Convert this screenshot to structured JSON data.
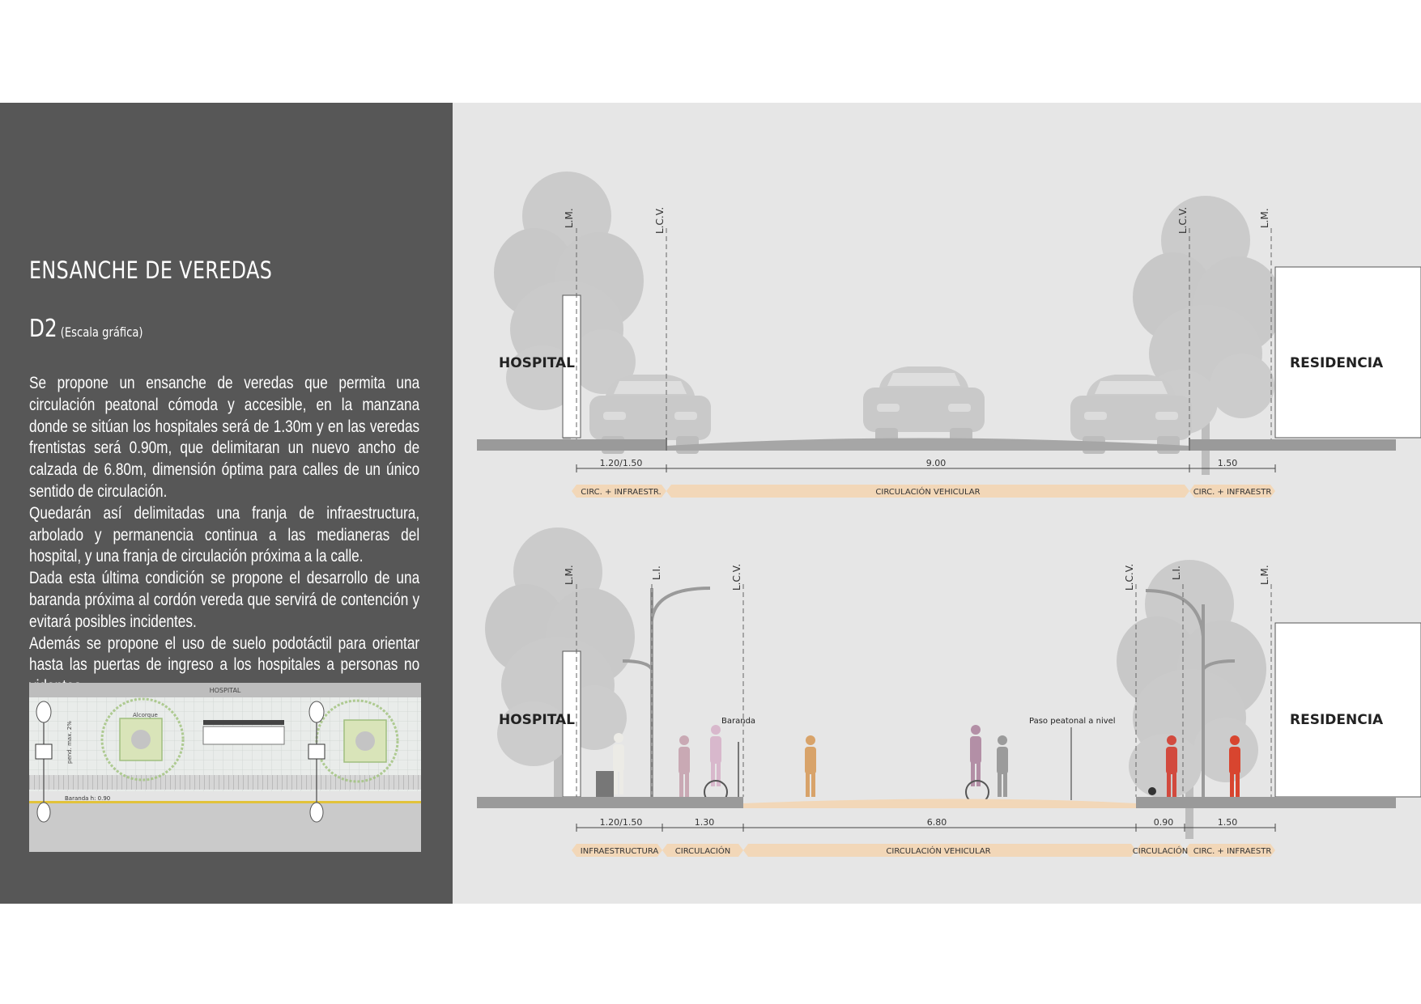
{
  "panel": {
    "title": "ENSANCHE DE VEREDAS",
    "code": "D2",
    "scale_note": "(Escala gráfica)",
    "paragraphs": [
      "Se propone un ensanche de veredas que permita una circulación peatonal cómoda y accesible, en la manzana donde se sitúan los hospitales será de 1.30m y en las veredas frentistas será 0.90m, que delimitaran un nuevo ancho de calzada de 6.80m, dimensión óptima para calles de un único sentido de circulación.",
      "Quedarán así delimitadas una franja de infraestructura, arbolado y permanencia continua a las medianeras del hospital, y una franja de circulación próxima a la calle.",
      "Dada esta última condición se propone el desarrollo de una baranda próxima al cordón vereda que servirá de contención y evitará posibles incidentes.",
      "Además se propone el uso de suelo podotáctil para orientar hasta las puertas de ingreso a los hospitales a personas no videntes."
    ]
  },
  "plan": {
    "hospital_label": "HOSPITAL",
    "alcorque_label": "Alcorque",
    "slope_label": "pend. max. 2%",
    "baranda_label": "Baranda h: 0.90"
  },
  "colors": {
    "panel_bg": "#575757",
    "diagram_bg": "#e6e6e6",
    "band": "#f2d7b8",
    "ground": "#9a9a9a",
    "silhouette": "#c6c6c6"
  },
  "sections": [
    {
      "left_building": "HOSPITAL",
      "right_building": "RESIDENCIA",
      "line_labels": [
        "L.M.",
        "L.C.V.",
        "L.C.V.",
        "L.M."
      ],
      "dimensions": [
        "1.20/1.50",
        "9.00",
        "1.50"
      ],
      "bands": [
        "CIRC. + INFRAESTR.",
        "CIRCULACIÓN VEHICULAR",
        "CIRC. + INFRAESTR"
      ]
    },
    {
      "left_building": "HOSPITAL",
      "right_building": "RESIDENCIA",
      "line_labels": [
        "L.M.",
        "L.I.",
        "L.C.V.",
        "L.C.V.",
        "L.I.",
        "L.M."
      ],
      "dimensions": [
        "1.20/1.50",
        "1.30",
        "6.80",
        "0.90",
        "1.50"
      ],
      "bands": [
        "INFRAESTRUCTURA",
        "CIRCULACIÓN",
        "CIRCULACIÓN VEHICULAR",
        "CIRCULACIÓN",
        "CIRC. + INFRAESTR"
      ],
      "annotations": [
        "Baranda",
        "Paso peatonal a nivel"
      ]
    }
  ]
}
